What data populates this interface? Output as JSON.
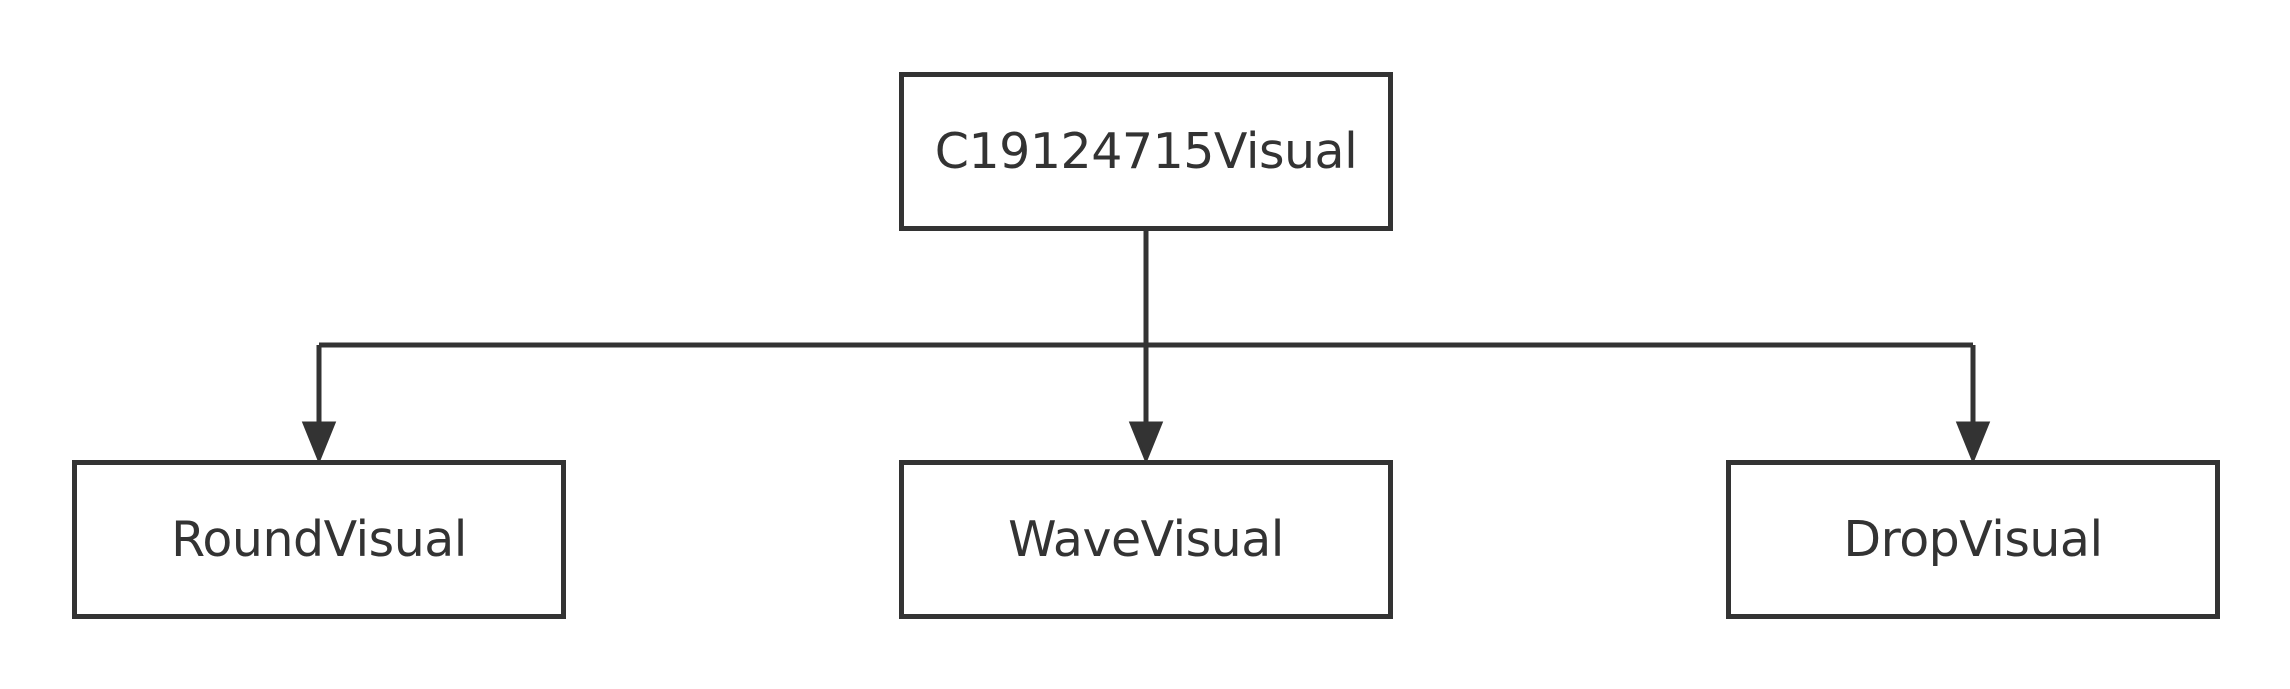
{
  "diagram": {
    "parent": {
      "label": "C19124715Visual"
    },
    "children": [
      {
        "label": "RoundVisual"
      },
      {
        "label": "WaveVisual"
      },
      {
        "label": "DropVisual"
      }
    ],
    "colors": {
      "stroke": "#333333",
      "text": "#333333",
      "background": "#ffffff"
    }
  }
}
